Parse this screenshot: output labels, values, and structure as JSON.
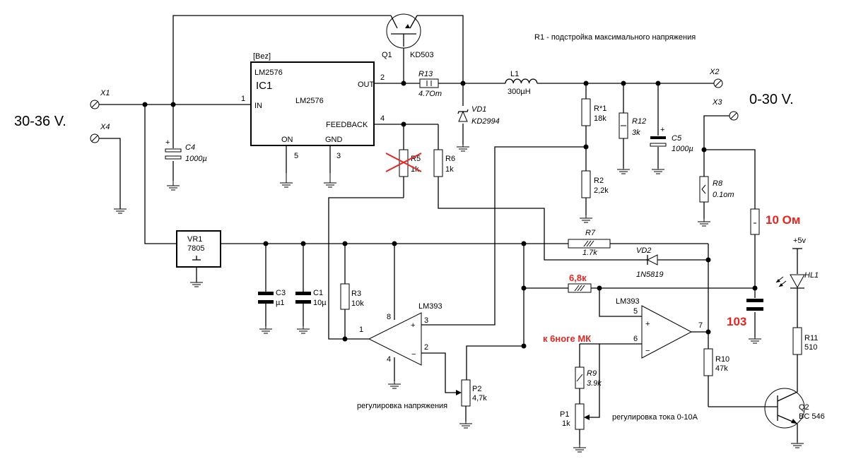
{
  "labels": {
    "input_voltage": "30-36 V.",
    "output_voltage": "0-30 V.",
    "r1_note": "R1 - подстройка максимального напряжения",
    "ic1_vendor": "[Bez]",
    "ic1_part": "LM2576",
    "ic1_ref": "IC1",
    "ic1_name": "LM2576",
    "pin_in": "IN",
    "pin_out": "OUT",
    "pin_feedback": "FEEDBACK",
    "pin_on": "ON",
    "pin_gnd": "GND",
    "pin_1": "1",
    "pin_2": "2",
    "pin_4": "4",
    "pin_5": "5",
    "pin_3": "3",
    "x1": "X1",
    "x2": "X2",
    "x3": "X3",
    "x4": "X4",
    "q1_ref": "Q1",
    "q1_part": "KD503",
    "r13_ref": "R13",
    "r13_val": "4.7Om",
    "l1_ref": "L1",
    "l1_val": "300µH",
    "vd1_ref": "VD1",
    "vd1_part": "KD2994",
    "c4_ref": "C4",
    "c4_val": "1000µ",
    "r1_ref": "R*1",
    "r1_val": "18k",
    "r12_ref": "R12",
    "r12_val": "3k",
    "c5_ref": "C5",
    "c5_val": "1000µ",
    "r2_ref": "R2",
    "r2_val": "2,2k",
    "r5_ref": "R5",
    "r5_val": "1k",
    "r6_ref": "R6",
    "r6_val": "1k",
    "r8_ref": "R8",
    "r8_val": "0.1om",
    "vr1_ref": "VR1",
    "vr1_part": "7805",
    "c3_ref": "C3",
    "c3_val": "µ1",
    "c1_ref": "C1",
    "c1_val": "10µ",
    "r3_ref": "R3",
    "r3_val": "10k",
    "u1_part": "LM393",
    "u1_pin8": "8",
    "u1_pin4": "4",
    "u1_pin1": "1",
    "u1_pin3": "3",
    "u1_pin2": "2",
    "u1_plus": "+",
    "u1_minus": "−",
    "r7_ref": "R7",
    "r7_val": "1.7k",
    "vd2_ref": "VD2",
    "vd2_part": "1N5819",
    "red_68k": "6,8к",
    "red_10om": "10 Ом",
    "red_103": "103",
    "red_mk": "к 6ноге МК",
    "u2_part": "LM393",
    "u2_pin5": "5",
    "u2_pin6": "6",
    "u2_pin7": "7",
    "u2_plus": "+",
    "u2_minus": "−",
    "r9_ref": "R9",
    "r9_val": "3.9k",
    "p1_ref": "P1",
    "p1_val": "1k",
    "p2_ref": "P2",
    "p2_val": "4,7k",
    "r10_ref": "R10",
    "r10_val": "47k",
    "r11_ref": "R11",
    "r11_val": "510",
    "q2_ref": "Q2",
    "q2_part": "BC 546",
    "hl1_ref": "HL1",
    "vcc_label": "+5v",
    "voltage_adj": "регулировка напряжения",
    "current_adj": "регулировка тока 0-10А",
    "c_plus": "+"
  },
  "colors": {
    "wire": "#000000",
    "annotation_red": "#e52521"
  }
}
